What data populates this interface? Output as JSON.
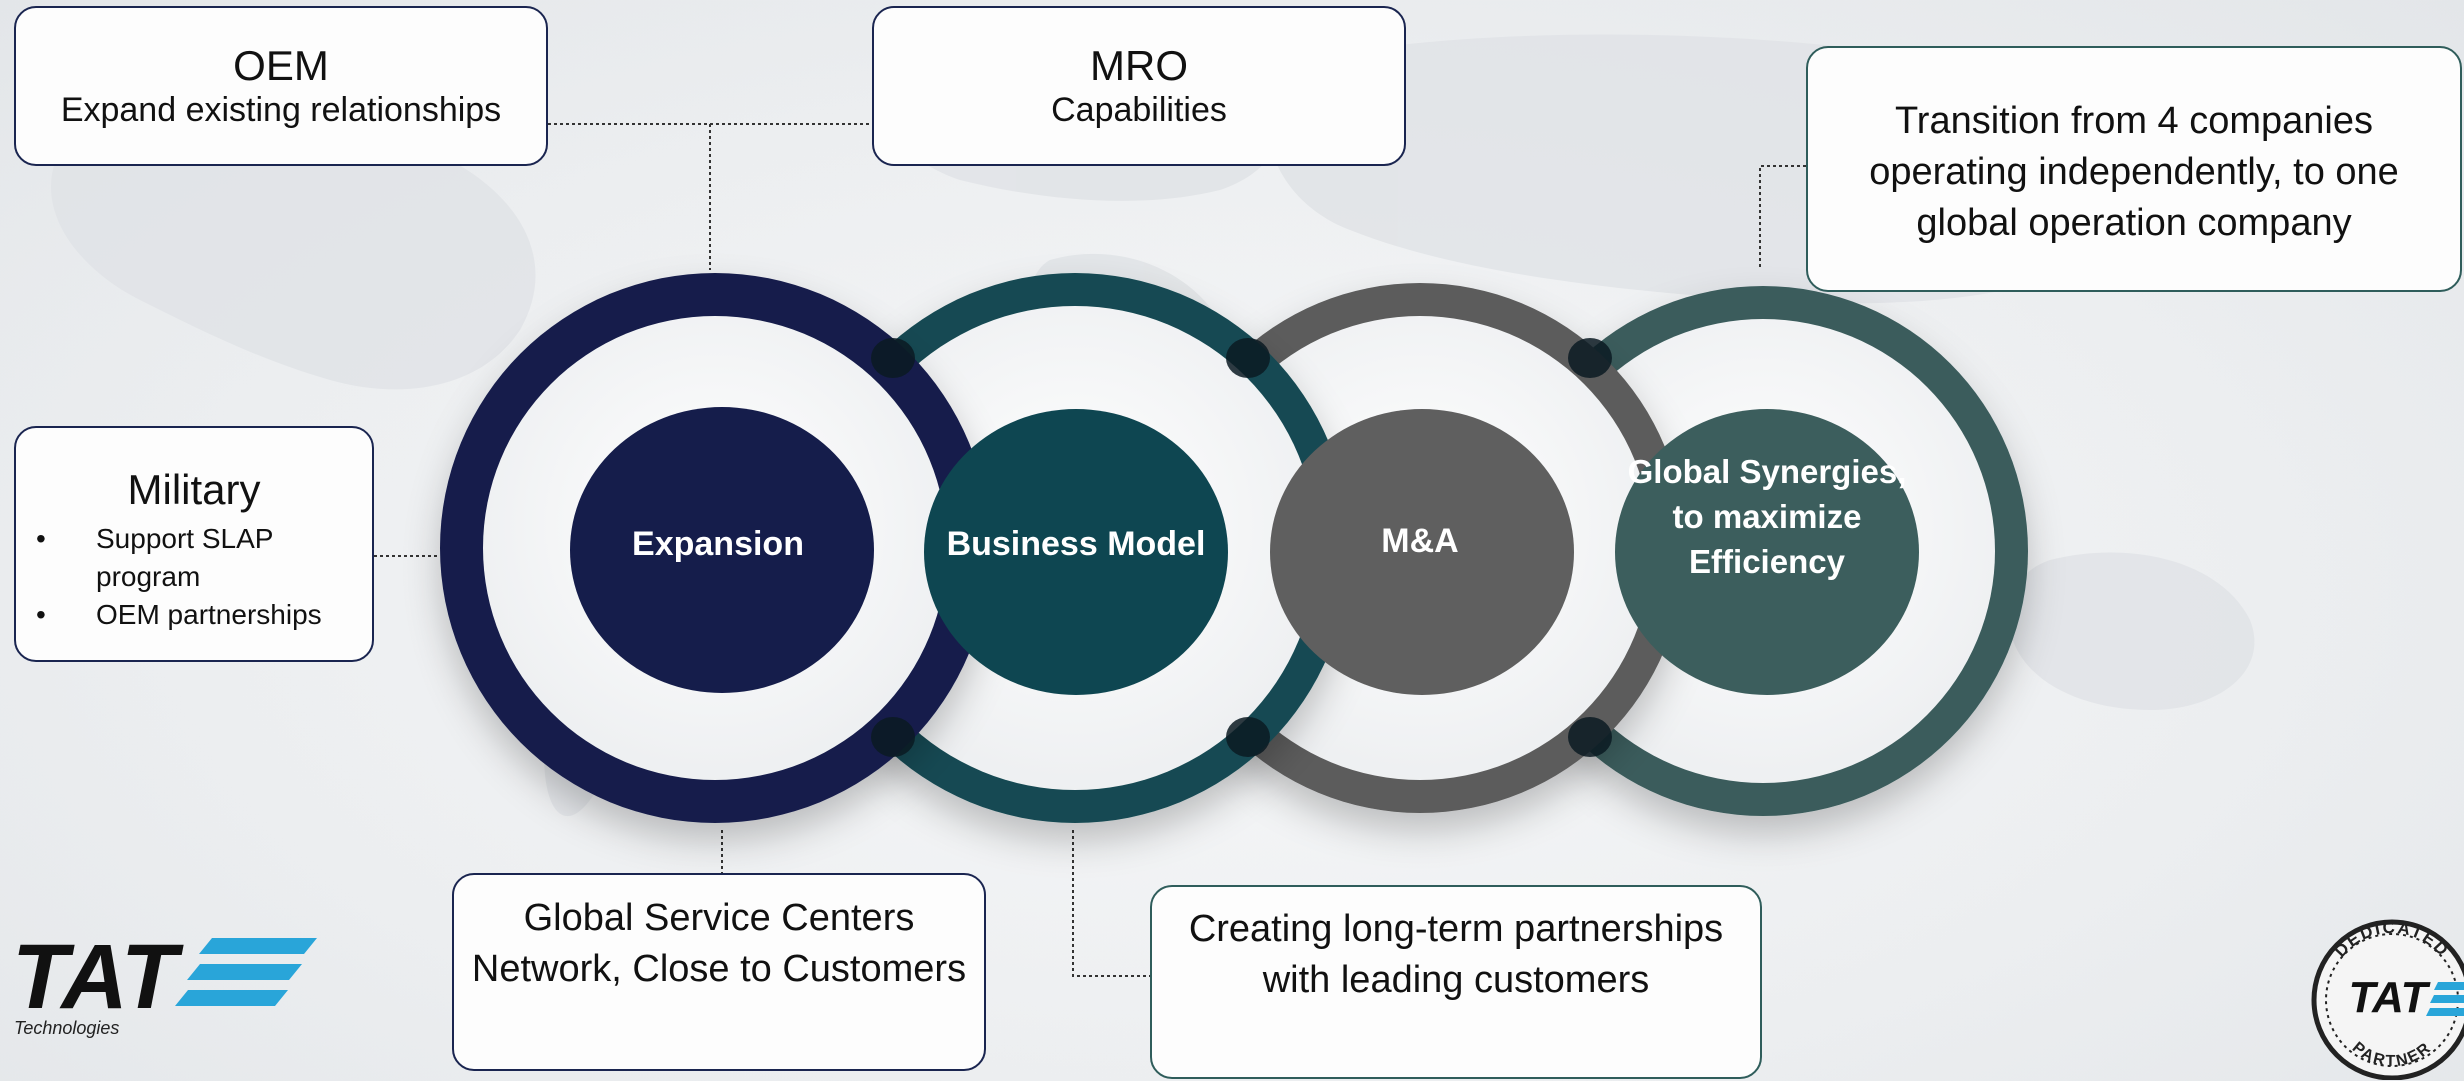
{
  "colors": {
    "navy": "#151d4b",
    "teal_dark": "#0e4651",
    "gray": "#5f5f5f",
    "slate_teal": "#3c5e5d",
    "ring_navy": "#151d4b",
    "ring_teal": "#144a52",
    "ring_gray": "#5c5c5c",
    "ring_slate": "#3a5c5c",
    "logo_blue": "#29a5d9"
  },
  "circles": [
    {
      "label": "Expansion"
    },
    {
      "label": "Business Model"
    },
    {
      "label": "M&A"
    },
    {
      "label_lines": [
        "Global Synergies,",
        "to maximize",
        "Efficiency"
      ]
    }
  ],
  "boxes": {
    "oem": {
      "title": "OEM",
      "subtitle": "Expand existing relationships"
    },
    "mro": {
      "title": "MRO",
      "subtitle": "Capabilities"
    },
    "transition": {
      "lines": [
        "Transition from 4 companies",
        "operating independently, to one",
        "global operation company"
      ]
    },
    "military": {
      "title": "Military",
      "items": [
        "Support SLAP program",
        "OEM partnerships"
      ]
    },
    "service": {
      "lines": [
        "Global Service Centers",
        "Network, Close to Customers"
      ]
    },
    "partnerships": {
      "lines": [
        "Creating long-term partnerships",
        "with leading customers"
      ]
    }
  },
  "logo": {
    "name": "TAT",
    "tagline": "Technologies"
  },
  "badge": {
    "top": "DEDICATED",
    "center": "TAT",
    "bottom": "PARTNER"
  }
}
